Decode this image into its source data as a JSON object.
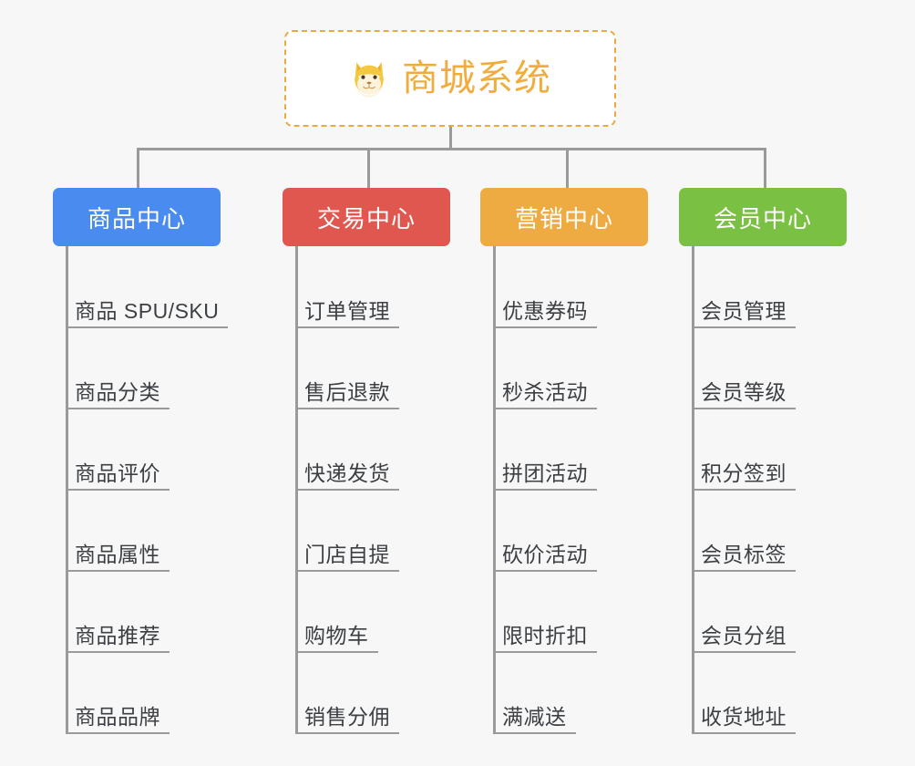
{
  "diagram": {
    "title": "商城系统",
    "type": "mindmap-tree",
    "background_color": "#f7f7f7",
    "connector_color": "#9a9a9a"
  },
  "root": {
    "label": "商城系统",
    "icon": "dog-face-emoji",
    "text_color": "#f0ad3e",
    "border_color": "#eba93f",
    "background_color": "#ffffff"
  },
  "branches": [
    {
      "label": "商品中心",
      "color": "#4a8bf0",
      "items": [
        {
          "label": "商品 SPU/SKU"
        },
        {
          "label": "商品分类"
        },
        {
          "label": "商品评价"
        },
        {
          "label": "商品属性"
        },
        {
          "label": "商品推荐"
        },
        {
          "label": "商品品牌"
        }
      ]
    },
    {
      "label": "交易中心",
      "color": "#e0574f",
      "items": [
        {
          "label": "订单管理"
        },
        {
          "label": "售后退款"
        },
        {
          "label": "快递发货"
        },
        {
          "label": "门店自提"
        },
        {
          "label": "购物车"
        },
        {
          "label": "销售分佣"
        }
      ]
    },
    {
      "label": "营销中心",
      "color": "#eeab42",
      "items": [
        {
          "label": "优惠券码"
        },
        {
          "label": "秒杀活动"
        },
        {
          "label": "拼团活动"
        },
        {
          "label": "砍价活动"
        },
        {
          "label": "限时折扣"
        },
        {
          "label": "满减送"
        }
      ]
    },
    {
      "label": "会员中心",
      "color": "#7ac143",
      "items": [
        {
          "label": "会员管理"
        },
        {
          "label": "会员等级"
        },
        {
          "label": "积分签到"
        },
        {
          "label": "会员标签"
        },
        {
          "label": "会员分组"
        },
        {
          "label": "收货地址"
        }
      ]
    }
  ]
}
